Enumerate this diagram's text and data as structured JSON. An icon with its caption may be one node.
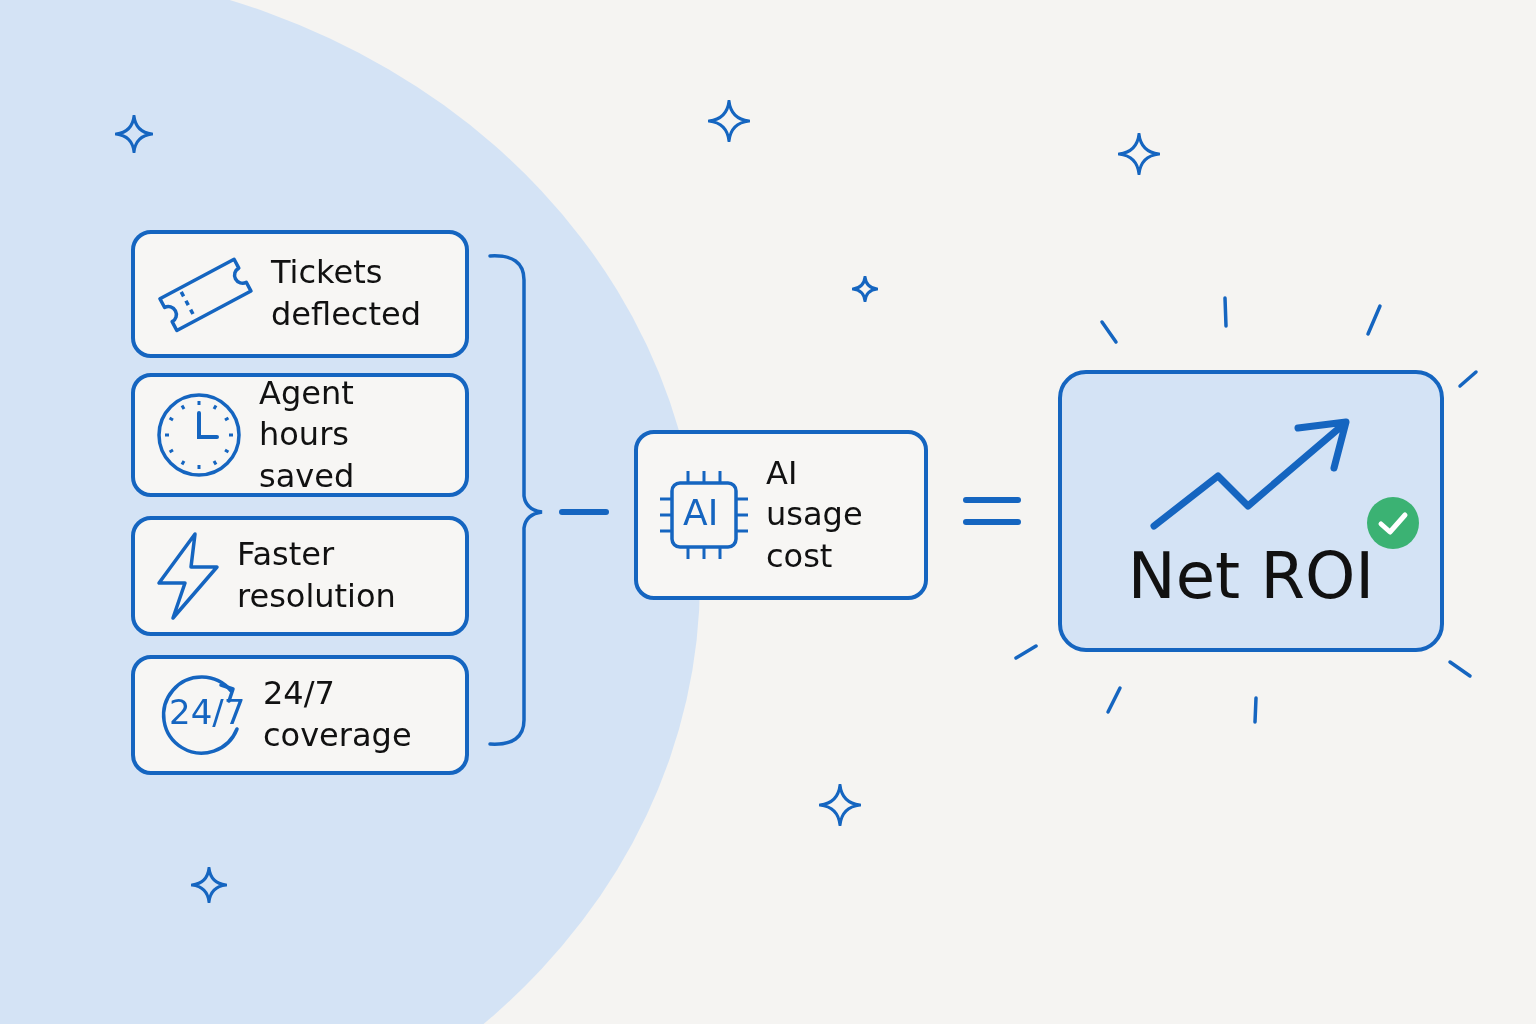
{
  "diagram": {
    "nodes": [
      {
        "text": [
          "Tickets deflected"
        ]
      },
      {
        "text": [
          "Agent hours saved"
        ]
      },
      {
        "text": [
          "Faster resolution"
        ]
      },
      {
        "text": [
          "24/7 coverage"
        ]
      },
      {
        "text": [
          "AI usage cost"
        ]
      },
      {
        "text": [
          "Net ROI"
        ]
      }
    ],
    "labels": [
      "AI",
      "24/7"
    ]
  }
}
